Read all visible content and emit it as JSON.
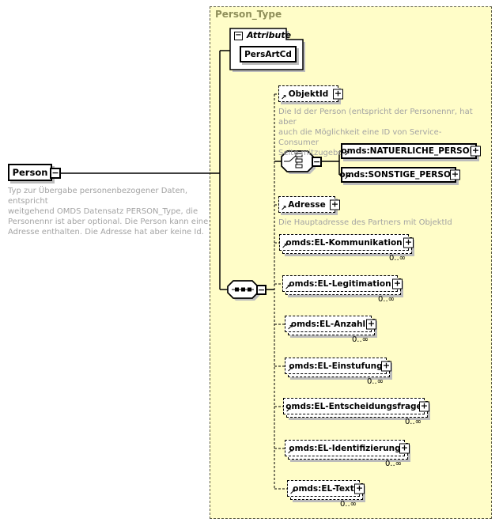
{
  "root": {
    "name": "Person",
    "annotation": "Typ zur Übergabe personenbezogener Daten, entspricht\nweitgehend OMDS Datensatz PERSON_Type, die\nPersonennr ist aber optional. Die Person kann eine\nAdresse enthalten. Die Adresse hat aber keine Id."
  },
  "complex_type": {
    "label": "Person_Type"
  },
  "attributes_section": {
    "label": "Attribute",
    "items": [
      {
        "name": "PersArtCd"
      }
    ]
  },
  "icons": {
    "expand_glyph": "+",
    "collapse_glyph": "−",
    "reference_arrow": "↗"
  },
  "children": {
    "objektid": {
      "name": "ObjektId",
      "annotation": "Die Id der Person (entspricht der Personennr, hat aber\nauch die Möglichkeit eine ID von Service-Consumer\nSeite mitzugeben)"
    },
    "choice_options": [
      {
        "name": "omds:NATUERLICHE_PERSON"
      },
      {
        "name": "omds:SONSTIGE_PERSON"
      }
    ],
    "adresse": {
      "name": "Adresse",
      "annotation": "Die Hauptadresse des Partners mit ObjektId"
    },
    "repeating": [
      {
        "name": "omds:EL-Kommunikation",
        "occurs": "0..∞"
      },
      {
        "name": "omds:EL-Legitimation",
        "occurs": "0..∞"
      },
      {
        "name": "omds:EL-Anzahl",
        "occurs": "0..∞"
      },
      {
        "name": "omds:EL-Einstufung",
        "occurs": "0..∞"
      },
      {
        "name": "omds:EL-Entscheidungsfrage",
        "occurs": "0..∞"
      },
      {
        "name": "omds:EL-Identifizierung",
        "occurs": "0..∞"
      },
      {
        "name": "omds:EL-Text",
        "occurs": "0..∞"
      }
    ]
  },
  "colors": {
    "page_bg": "#ffffff",
    "type_box_bg": "#fffdc8",
    "type_label": "#8f8f5a",
    "annotation_text": "#a3a3a3",
    "box_border": "#000000",
    "box_shadow": "#bcbcbc"
  }
}
